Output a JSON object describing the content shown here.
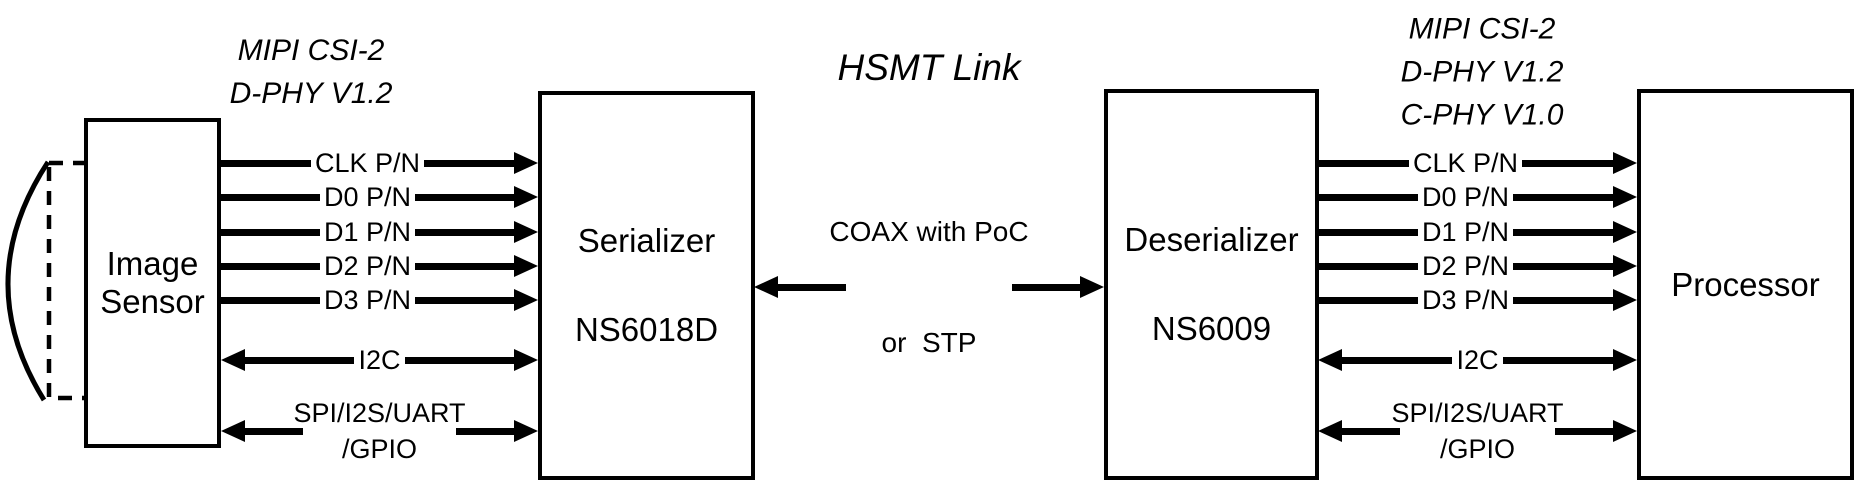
{
  "title": "HSMT Link",
  "interface_labels": {
    "left": [
      "MIPI CSI-2",
      "D-PHY V1.2"
    ],
    "right": [
      "MIPI CSI-2",
      "D-PHY V1.2",
      "C-PHY V1.0"
    ]
  },
  "blocks": {
    "image_sensor": {
      "line1": "Image",
      "line2": "Sensor"
    },
    "serializer": {
      "label": "Serializer",
      "part": "NS6018D"
    },
    "deserializer": {
      "label": "Deserializer",
      "part": "NS6009"
    },
    "processor": {
      "label": "Processor"
    }
  },
  "signals": {
    "left": {
      "clk": "CLK P/N",
      "d0": "D0 P/N",
      "d1": "D1 P/N",
      "d2": "D2 P/N",
      "d3": "D3 P/N",
      "i2c": "I2C",
      "spi1": "SPI/I2S/UART",
      "spi2": "/GPIO"
    },
    "right": {
      "clk": "CLK P/N",
      "d0": "D0 P/N",
      "d1": "D1 P/N",
      "d2": "D2 P/N",
      "d3": "D3 P/N",
      "i2c": "I2C",
      "spi1": "SPI/I2S/UART",
      "spi2": "/GPIO"
    }
  },
  "link": {
    "line1": "COAX with PoC",
    "line2": "or  STP"
  },
  "colors": {
    "ink": "#000000",
    "background": "#ffffff"
  }
}
